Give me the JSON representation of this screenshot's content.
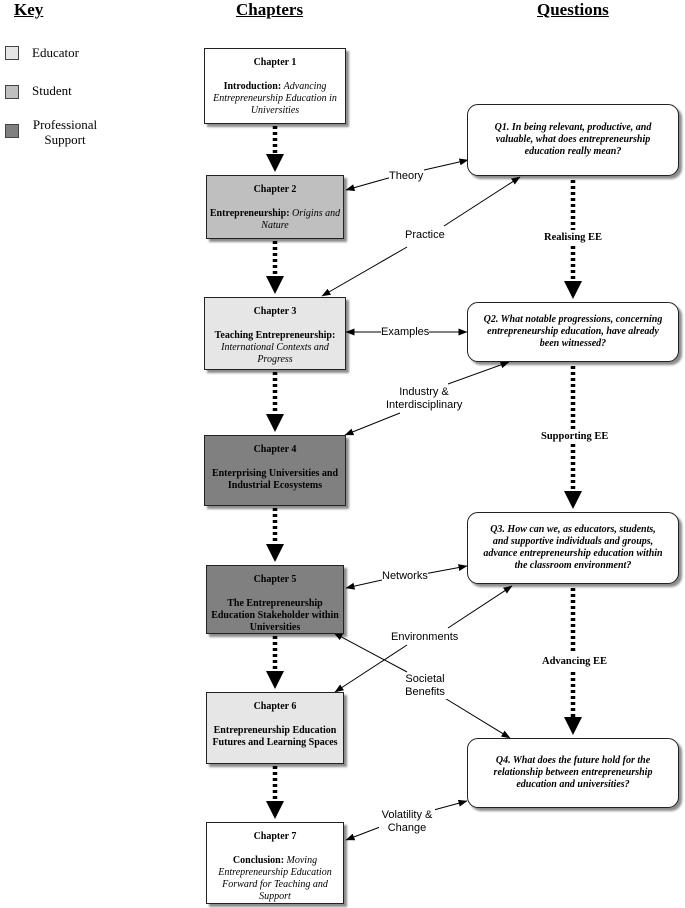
{
  "headings": {
    "key": "Key",
    "chapters": "Chapters",
    "questions": "Questions"
  },
  "key": [
    {
      "label": "Educator",
      "color": "#e6e6e6"
    },
    {
      "label": "Student",
      "color": "#bfbfbf"
    },
    {
      "label": "Professional Support",
      "color": "#808080"
    }
  ],
  "chapters": [
    {
      "num": "Chapter 1",
      "title": "Introduction:",
      "subtitle": "Advancing Entrepreneurship Education in Universities",
      "color": "#ffffff"
    },
    {
      "num": "Chapter 2",
      "title": "Entrepreneurship:",
      "subtitle": "Origins and Nature",
      "color": "#bfbfbf"
    },
    {
      "num": "Chapter 3",
      "title": "Teaching Entrepreneurship:",
      "subtitle": "International Contexts and Progress",
      "color": "#e6e6e6"
    },
    {
      "num": "Chapter 4",
      "title": "Enterprising Universities and Industrial Ecosystems",
      "subtitle": "",
      "color": "#808080"
    },
    {
      "num": "Chapter 5",
      "title": "The Entrepreneurship Education Stakeholder within Universities",
      "subtitle": "",
      "color": "#808080"
    },
    {
      "num": "Chapter 6",
      "title": "Entrepreneurship Education Futures and Learning Spaces",
      "subtitle": "",
      "color": "#e6e6e6"
    },
    {
      "num": "Chapter 7",
      "title": "Conclusion:",
      "subtitle": "Moving Entrepreneurship Education Forward for Teaching and Support",
      "color": "#ffffff"
    }
  ],
  "questions": [
    {
      "text": "Q1. In being relevant, productive, and valuable, what does entrepreneurship education really mean?"
    },
    {
      "text": "Q2. What notable progressions, concerning entrepreneurship education, have already been witnessed?"
    },
    {
      "text": "Q3. How can we, as educators, students, and supportive individuals and groups, advance entrepreneurship education within the classroom environment?"
    },
    {
      "text": "Q4. What does the future hold for the relationship between entrepreneurship education and universities?"
    }
  ],
  "flow_labels": {
    "realising": "Realising EE",
    "supporting": "Supporting EE",
    "advancing": "Advancing EE"
  },
  "links": {
    "theory": "Theory",
    "practice": "Practice",
    "examples": "Examples",
    "industry": "Industry & Interdisciplinary",
    "networks": "Networks",
    "environments": "Environments",
    "societal": "Societal Benefits",
    "volatility": "Volatility & Change"
  }
}
